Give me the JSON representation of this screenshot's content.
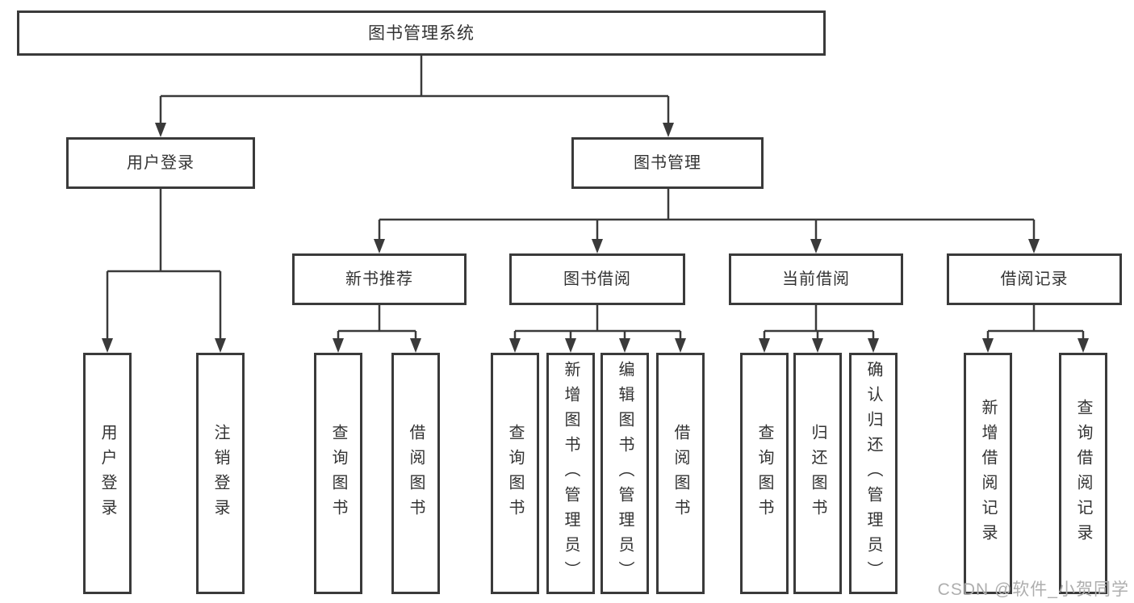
{
  "diagram": {
    "type": "hierarchy-tree",
    "title": "图书管理系统"
  },
  "tree": {
    "root": {
      "label": "图书管理系统"
    },
    "level2": [
      {
        "label": "用户登录",
        "leaves": [
          "用户登录",
          "注销登录"
        ]
      },
      {
        "label": "图书管理",
        "groups": [
          {
            "label": "新书推荐",
            "leaves": [
              "查询图书",
              "借阅图书"
            ]
          },
          {
            "label": "图书借阅",
            "leaves": [
              "查询图书",
              "新增图书（管理员）",
              "编辑图书（管理员）",
              "借阅图书"
            ]
          },
          {
            "label": "当前借阅",
            "leaves": [
              "查询图书",
              "归还图书",
              "确认归还（管理员）"
            ]
          },
          {
            "label": "借阅记录",
            "leaves": [
              "新增借阅记录",
              "查询借阅记录"
            ]
          }
        ]
      }
    ]
  },
  "watermark": {
    "text": "CSDN @软件_小贺同学"
  },
  "colors": {
    "line": "#3a3a3a",
    "text": "#333333",
    "background": "#ffffff",
    "watermark": "#aeaeae"
  }
}
